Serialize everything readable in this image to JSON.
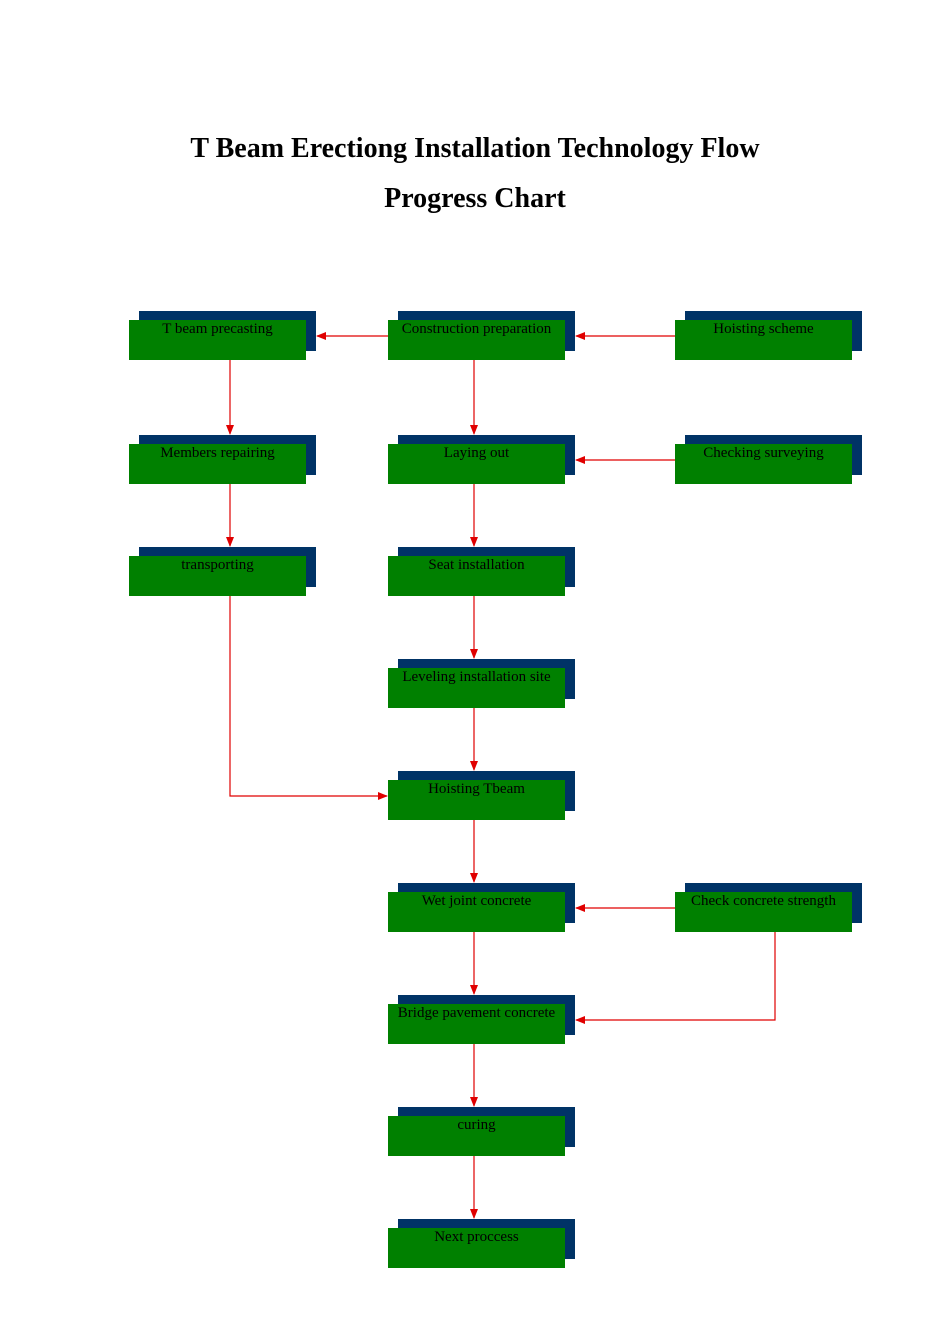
{
  "title": {
    "line1": "T Beam Erectiong Installation Technology Flow",
    "line2": "Progress Chart"
  },
  "colors": {
    "box_fill": "#008000",
    "box_shadow": "#003366",
    "arrow": "#e00000",
    "text": "#000000"
  },
  "nodes": {
    "t_beam_precasting": "T beam precasting",
    "construction_preparation": "Construction preparation",
    "hoisting_scheme": "Hoisting scheme",
    "members_repairing": "Members repairing",
    "laying_out": "Laying out",
    "checking_surveying": "Checking surveying",
    "transporting": "transporting",
    "seat_installation": "Seat installation",
    "leveling_installation_site": "Leveling installation site",
    "hoisting_tbeam": "Hoisting Tbeam",
    "wet_joint_concrete": "Wet joint concrete",
    "check_concrete_strength": "Check concrete strength",
    "bridge_pavement_concrete": "Bridge pavement concrete",
    "curing": "curing",
    "next_process": "Next proccess"
  },
  "edges": [
    {
      "from": "construction_preparation",
      "to": "t_beam_precasting"
    },
    {
      "from": "hoisting_scheme",
      "to": "construction_preparation"
    },
    {
      "from": "t_beam_precasting",
      "to": "members_repairing"
    },
    {
      "from": "construction_preparation",
      "to": "laying_out"
    },
    {
      "from": "checking_surveying",
      "to": "laying_out"
    },
    {
      "from": "members_repairing",
      "to": "transporting"
    },
    {
      "from": "laying_out",
      "to": "seat_installation"
    },
    {
      "from": "seat_installation",
      "to": "leveling_installation_site"
    },
    {
      "from": "leveling_installation_site",
      "to": "hoisting_tbeam"
    },
    {
      "from": "transporting",
      "to": "hoisting_tbeam"
    },
    {
      "from": "hoisting_tbeam",
      "to": "wet_joint_concrete"
    },
    {
      "from": "check_concrete_strength",
      "to": "wet_joint_concrete"
    },
    {
      "from": "wet_joint_concrete",
      "to": "bridge_pavement_concrete"
    },
    {
      "from": "check_concrete_strength",
      "to": "bridge_pavement_concrete"
    },
    {
      "from": "bridge_pavement_concrete",
      "to": "curing"
    },
    {
      "from": "curing",
      "to": "next_process"
    }
  ]
}
